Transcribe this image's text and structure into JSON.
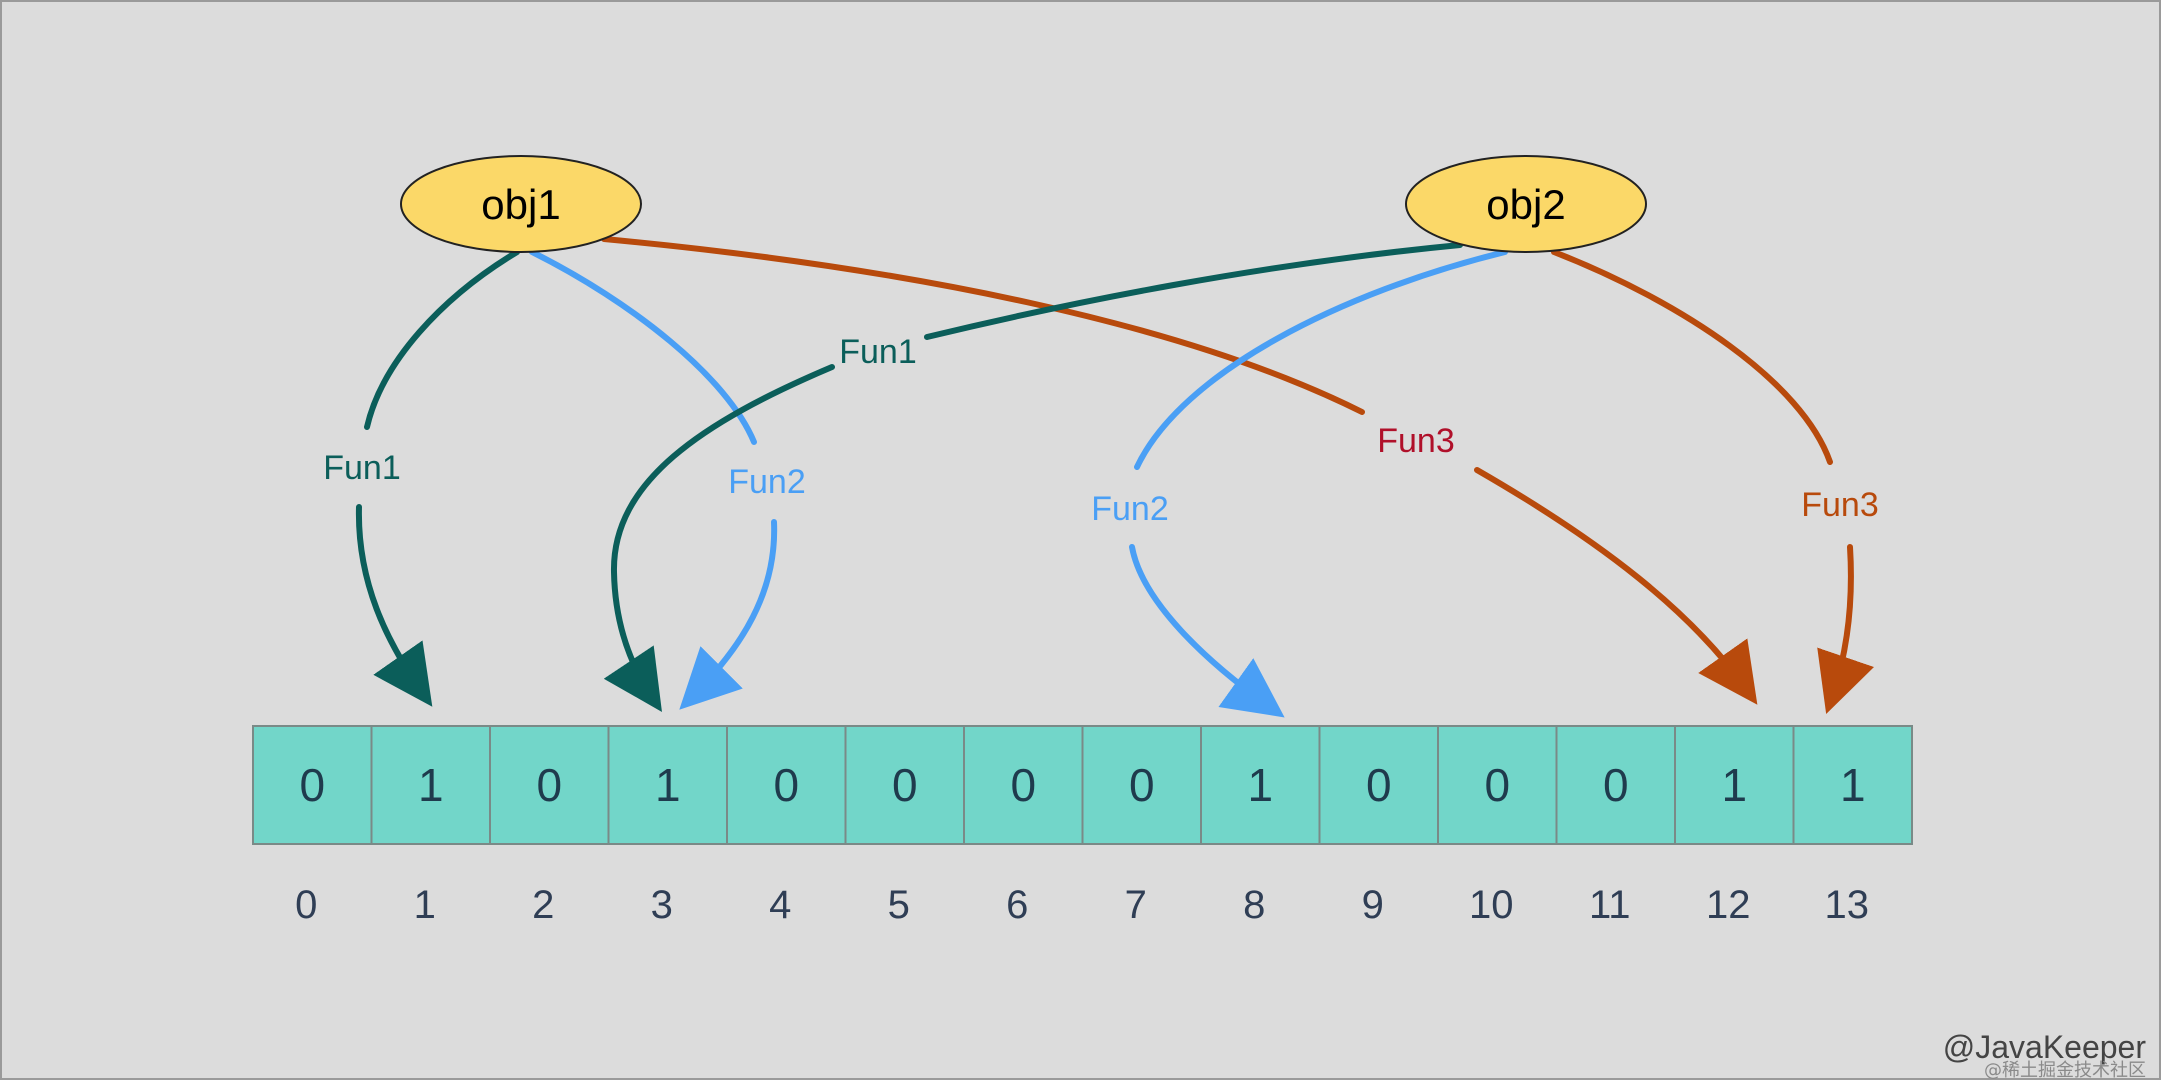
{
  "nodes": {
    "obj1": "obj1",
    "obj2": "obj2"
  },
  "bit_array": {
    "values": [
      "0",
      "1",
      "0",
      "1",
      "0",
      "0",
      "0",
      "0",
      "1",
      "0",
      "0",
      "0",
      "1",
      "1"
    ],
    "indices": [
      "0",
      "1",
      "2",
      "3",
      "4",
      "5",
      "6",
      "7",
      "8",
      "9",
      "10",
      "11",
      "12",
      "13"
    ]
  },
  "edges": [
    {
      "from": "obj1",
      "label": "Fun1",
      "to_index": 1,
      "color": "#0b5e5a"
    },
    {
      "from": "obj1",
      "label": "Fun2",
      "to_index": 3,
      "color": "#4a9ff5"
    },
    {
      "from": "obj1",
      "label": "Fun3",
      "to_index": 12,
      "color": "#b84a0c",
      "label_color": "#b0102a"
    },
    {
      "from": "obj2",
      "label": "Fun1",
      "to_index": 3,
      "color": "#0b5e5a"
    },
    {
      "from": "obj2",
      "label": "Fun2",
      "to_index": 8,
      "color": "#4a9ff5"
    },
    {
      "from": "obj2",
      "label": "Fun3",
      "to_index": 13,
      "color": "#b84a0c"
    }
  ],
  "colors": {
    "background": "#dcdcdc",
    "node_fill": "#fbd868",
    "cell_fill": "#72d6c9",
    "teal": "#0b5e5a",
    "blue": "#4a9ff5",
    "orange": "#b84a0c",
    "red_label": "#b0102a"
  },
  "watermark": {
    "text": "@JavaKeeper",
    "sub": "@稀土掘金技术社区"
  }
}
